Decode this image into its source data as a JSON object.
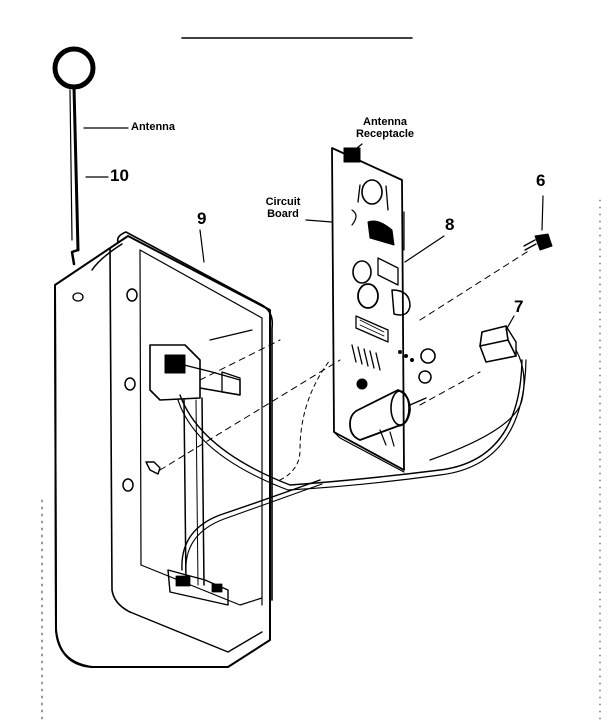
{
  "labels": {
    "antenna": "Antenna",
    "antenna_receptacle_line1": "Antenna",
    "antenna_receptacle_line2": "Receptacle",
    "circuit_board_line1": "Circuit",
    "circuit_board_line2": "Board"
  },
  "part_numbers": {
    "antenna": "10",
    "housing": "9",
    "circuit_board": "8",
    "screw": "6",
    "connector": "7"
  }
}
